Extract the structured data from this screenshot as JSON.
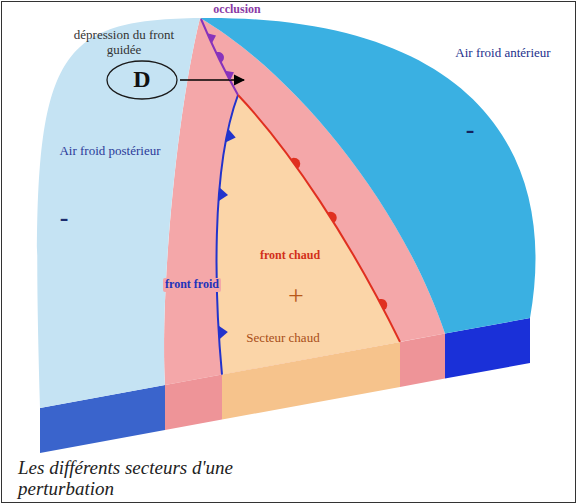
{
  "diagram": {
    "caption": "Les différents secteurs d'une perturbation",
    "nodes": [
      {
        "text": [
          "dépression du front guidée",
          "Air froid postérieur",
          "-"
        ]
      },
      {
        "text": [
          "D"
        ],
        "in": 0
      },
      {
        "text": [
          "Air froid antérieur",
          "-"
        ]
      },
      {
        "text": [
          "+",
          "Secteur chaud"
        ]
      }
    ],
    "labels": [
      "occlusion",
      "front chaud",
      "front froid"
    ]
  }
}
